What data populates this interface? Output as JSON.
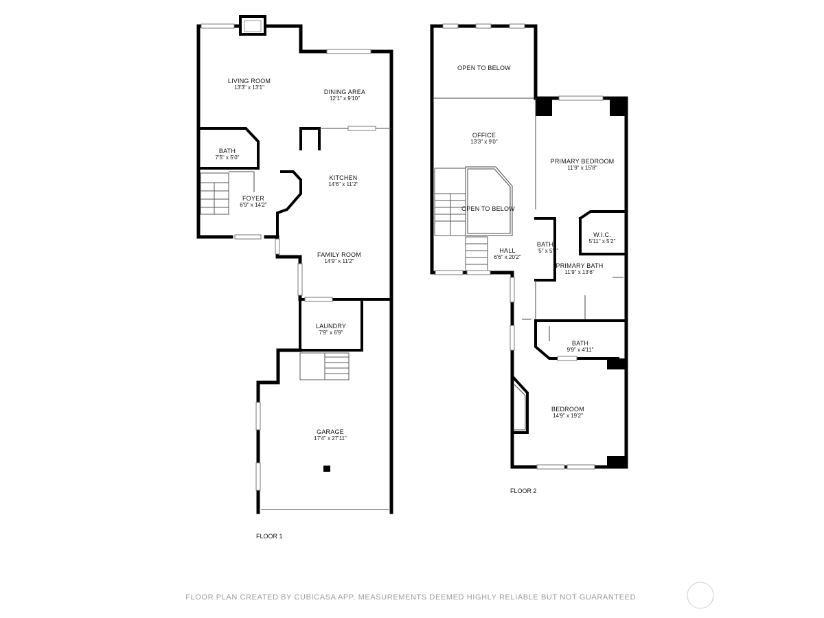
{
  "rooms": [
    {
      "id": "living-room",
      "name": "LIVING ROOM",
      "dims": "13'3\" x 13'1\""
    },
    {
      "id": "dining-area",
      "name": "DINING AREA",
      "dims": "12'1\" x 9'10\""
    },
    {
      "id": "bath-1",
      "name": "BATH",
      "dims": "7'5\" x 5'0\""
    },
    {
      "id": "kitchen",
      "name": "KITCHEN",
      "dims": "14'6\" x 11'2\""
    },
    {
      "id": "foyer",
      "name": "FOYER",
      "dims": "6'9\" x 14'2\""
    },
    {
      "id": "family-room",
      "name": "FAMILY ROOM",
      "dims": "14'9\" x 11'2\""
    },
    {
      "id": "laundry",
      "name": "LAUNDRY",
      "dims": "7'9\" x 6'9\""
    },
    {
      "id": "garage",
      "name": "GARAGE",
      "dims": "17'4\" x 27'11\""
    },
    {
      "id": "open-to-below-1",
      "name": "OPEN TO BELOW",
      "dims": ""
    },
    {
      "id": "office",
      "name": "OFFICE",
      "dims": "13'3\" x 9'0\""
    },
    {
      "id": "primary-bedroom",
      "name": "PRIMARY BEDROOM",
      "dims": "11'9\" x 15'8\""
    },
    {
      "id": "open-to-below-2",
      "name": "OPEN TO BELOW",
      "dims": ""
    },
    {
      "id": "wic",
      "name": "W.I.C.",
      "dims": "5'11\" x 5'2\""
    },
    {
      "id": "bath-2",
      "name": "BATH",
      "dims": "'5\" x 5'1\""
    },
    {
      "id": "hall",
      "name": "HALL",
      "dims": "6'6\" x 20'2\""
    },
    {
      "id": "primary-bath",
      "name": "PRIMARY BATH",
      "dims": "11'9\" x 13'6\""
    },
    {
      "id": "bath-3",
      "name": "BATH",
      "dims": "9'9\" x 4'11\""
    },
    {
      "id": "bedroom",
      "name": "BEDROOM",
      "dims": "14'9\" x 19'2\""
    }
  ],
  "floors": {
    "floor1": "FLOOR 1",
    "floor2": "FLOOR 2"
  },
  "footer": {
    "disclaimer": "FLOOR PLAN CREATED BY CUBICASA APP. MEASUREMENTS DEEMED HIGHLY RELIABLE BUT NOT GUARANTEED."
  }
}
